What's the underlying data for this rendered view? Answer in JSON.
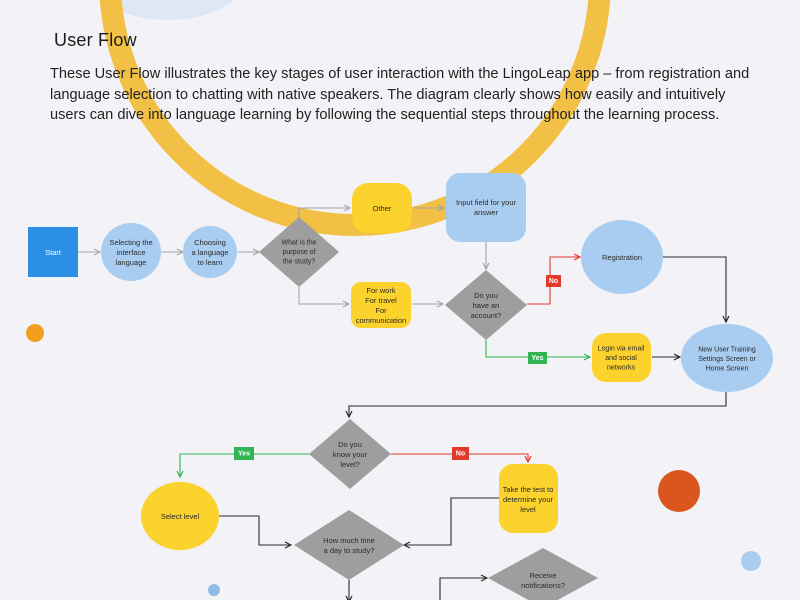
{
  "page": {
    "title": "User Flow",
    "intro": "These User Flow illustrates the key stages of user interaction with the LingoLeap app – from registration and language selection to chatting with native speakers. The diagram clearly shows how easily and intuitively users can dive into language learning by following the sequential steps throughout the learning process."
  },
  "colors": {
    "background": "#f3f2f6",
    "start": "#2b8fe6",
    "blue_node": "#a9cdf0",
    "yellow_node": "#fcd22d",
    "decision": "#9e9e9e",
    "yes": "#2fb554",
    "no": "#e23a2a",
    "arrow": "#a6a6a6",
    "arrow_dark": "#2a2a2a",
    "deco_ring": "#f2c044",
    "deco_orange": "#f0a01c",
    "deco_red": "#d9571e"
  },
  "flow": {
    "start": "Start",
    "select_interface": "Selecting the\ninterface\nlanguage",
    "choose_language": "Choosing\na language\nto learn",
    "purpose_question": "What is the\npurpose of\nthe study?",
    "other": "Other",
    "input_field": "Input field for your\nanswer",
    "work_travel": "For work\nFor travel\nFor\ncommunication",
    "have_account": "Do you\nhave an\naccount?",
    "registration": "Registration",
    "login": "Login via email\nand social\nnetworks",
    "training_settings": "New User Training\nSettings Screen or\nHome Screen",
    "know_level": "Do you\nknow your\nlevel?",
    "select_level": "Select level",
    "take_test": "Take the test to\ndetermine your\nlevel",
    "time_per_day": "How much time\na day to study?",
    "notifications": "Receive\nnotifications?"
  },
  "tags": {
    "yes": "Yes",
    "no": "No"
  }
}
